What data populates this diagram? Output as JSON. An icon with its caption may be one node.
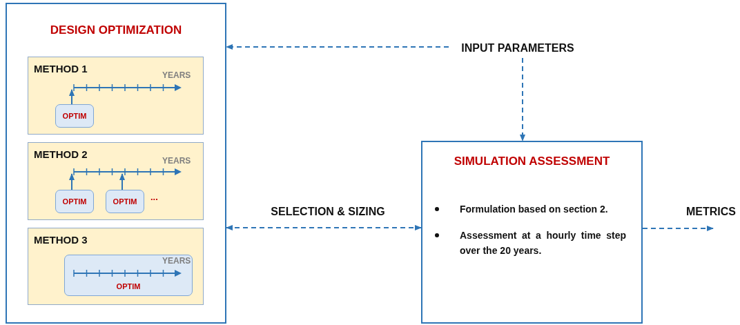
{
  "diagram": {
    "nodes": [
      {
        "text": [
          "DESIGN OPTIMIZATION"
        ]
      },
      {
        "text": [
          "METHOD 1"
        ],
        "in": 0
      },
      {
        "text": [],
        "shape": "arrow",
        "beside": [
          "YEARS"
        ],
        "in": 1
      },
      {
        "text": [
          "OPTIM"
        ],
        "in": 1
      },
      {
        "text": [
          "METHOD 2"
        ],
        "in": 0
      },
      {
        "text": [],
        "shape": "arrow",
        "beside": [
          "YEARS"
        ],
        "in": 4
      },
      {
        "text": [
          "OPTIM"
        ],
        "in": 4
      },
      {
        "text": [
          "OPTIM"
        ],
        "in": 4
      },
      {
        "text": [
          "METHOD 3"
        ],
        "in": 0
      },
      {
        "text": [
          "OPTIM"
        ],
        "in": 8
      },
      {
        "text": [],
        "shape": "arrow",
        "beside": [
          "YEARS"
        ],
        "in": 9
      },
      {
        "text": [
          "INPUT PARAMETERS"
        ]
      },
      {
        "text": [
          "SIMULATION ASSESSMENT",
          "Formulation based on section 2.",
          "Assessment at a hourly time step over the 20 years."
        ]
      }
    ],
    "edges": [
      {
        "from": 3,
        "to": 2,
        "arrow": "to"
      },
      {
        "from": 6,
        "to": 5,
        "arrow": "to"
      },
      {
        "from": 7,
        "to": 5,
        "arrow": "to"
      },
      {
        "from": 11,
        "to": 0,
        "arrow": "to",
        "style": "dashed"
      },
      {
        "from": 11,
        "to": 12,
        "arrow": "to",
        "style": "dashed"
      },
      {
        "from": 0,
        "to": 12,
        "arrow": "both",
        "style": "dashed",
        "label": "SELECTION & SIZING"
      },
      {
        "from": 12,
        "to": null,
        "arrow": "to",
        "style": "dashed",
        "label": "METRICS"
      }
    ],
    "labels": [
      "..."
    ]
  }
}
